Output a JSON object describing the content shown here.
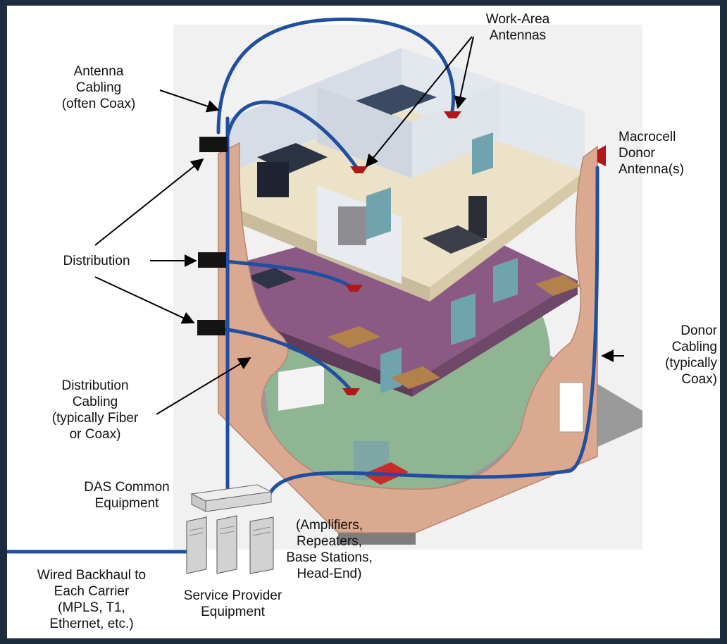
{
  "labels": {
    "work_area_antennas": "Work-Area\nAntennas",
    "antenna_cabling": "Antenna\nCabling\n(often Coax)",
    "macrocell_donor": "Macrocell\nDonor\nAntenna(s)",
    "distribution": "Distribution",
    "distribution_cabling": "Distribution\nCabling\n(typically Fiber\nor Coax)",
    "donor_cabling": "Donor\nCabling\n(typically\nCoax)",
    "das_common": "DAS Common\nEquipment",
    "amplifiers": "(Amplifiers,\nRepeaters,\nBase Stations,\nHead-End)",
    "service_provider": "Service Provider\nEquipment",
    "wired_backhaul": "Wired Backhaul to\nEach Carrier\n(MPLS, T1,\nEthernet, etc.)"
  },
  "colors": {
    "cable": "#1f4f9e",
    "wall": "#dba890",
    "antenna": "#b01818",
    "floor_beige": "#ebe2c8",
    "floor_purple": "#8a5a84",
    "floor_green": "#8fb593"
  }
}
